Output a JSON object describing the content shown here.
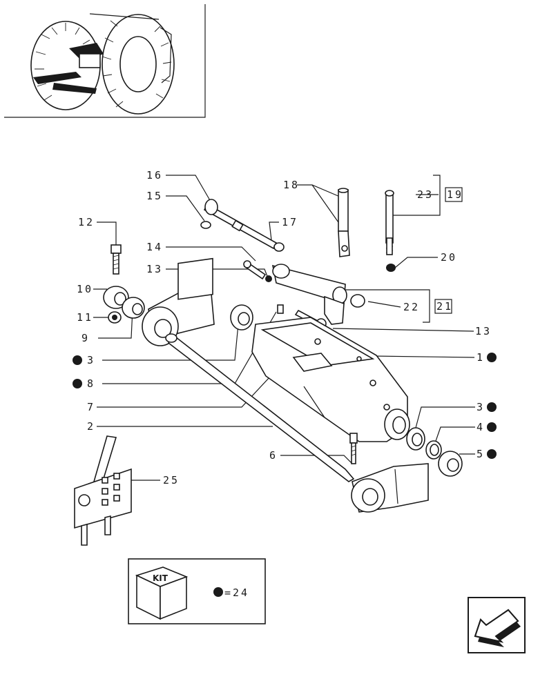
{
  "colors": {
    "ink": "#1a1a1a",
    "paper": "#ffffff"
  },
  "callouts": {
    "c16": "16",
    "c15": "15",
    "c18": "18",
    "c23": "23",
    "c19": "19",
    "c12": "12",
    "c17": "17",
    "c20": "20",
    "c14": "14",
    "c13a": "13",
    "c10": "10",
    "c22": "22",
    "c21": "21",
    "c11": "11",
    "c13b": "13",
    "c9": "9",
    "c1": "1",
    "c3a": "3",
    "c8": "8",
    "c7": "7",
    "c2": "2",
    "c3b": "3",
    "c4": "4",
    "c5": "5",
    "c6": "6",
    "c25": "25"
  },
  "kit": {
    "label": "KIT",
    "legend": "=24"
  },
  "icons": {
    "tractor": "tractor-thumbnail-icon",
    "kit": "kit-box-icon",
    "nav": "back-arrow-icon",
    "bullet": "filled-dot-icon"
  }
}
